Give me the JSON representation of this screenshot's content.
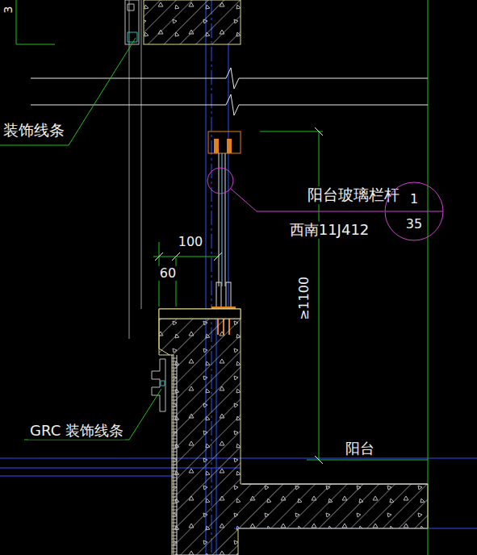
{
  "diagram": {
    "nodes": [
      {
        "text": [
          "1",
          "35"
        ]
      }
    ],
    "labels": [
      "3",
      "装饰线条",
      "阳台玻璃栏杆",
      "西南11J412",
      "100",
      "60",
      "≥1100",
      "GRC 装饰线条",
      "阳台"
    ]
  }
}
